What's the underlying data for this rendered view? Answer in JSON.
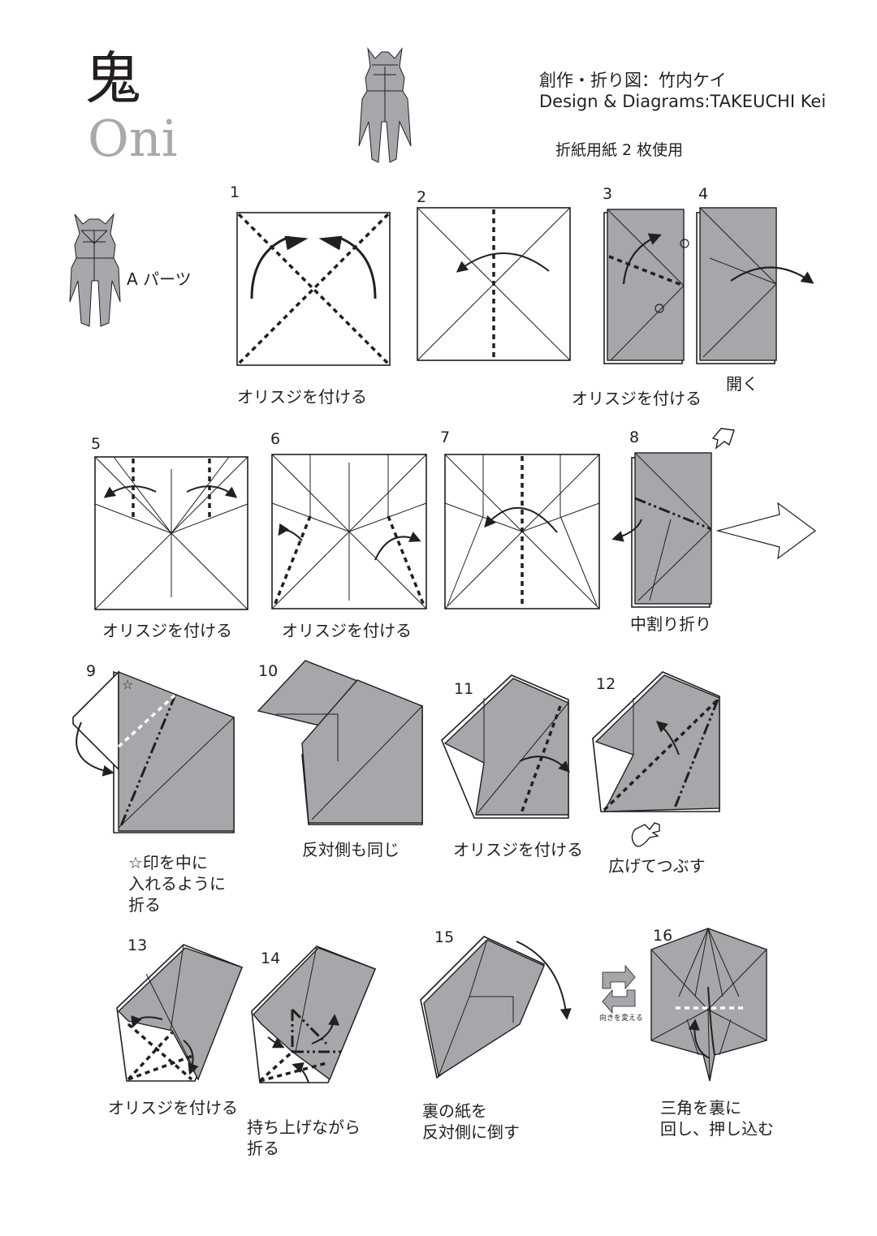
{
  "header": {
    "title_jp": "鬼",
    "title_en": "Oni",
    "credit_jp": "創作・折り図：竹内ケイ",
    "credit_en": "Design & Diagrams:TAKEUCHI Kei",
    "paper_note": "折紙用紙 2 枚使用",
    "part_label": "A パーツ"
  },
  "steps": [
    {
      "num": "1"
    },
    {
      "num": "2"
    },
    {
      "num": "3"
    },
    {
      "num": "4"
    },
    {
      "num": "5"
    },
    {
      "num": "6"
    },
    {
      "num": "7"
    },
    {
      "num": "8"
    },
    {
      "num": "9"
    },
    {
      "num": "10"
    },
    {
      "num": "11"
    },
    {
      "num": "12"
    },
    {
      "num": "13"
    },
    {
      "num": "14"
    },
    {
      "num": "15"
    },
    {
      "num": "16"
    }
  ],
  "captions": {
    "s1": "オリスジを付ける",
    "s3": "オリスジを付ける",
    "s4": "開く",
    "s5": "オリスジを付ける",
    "s6": "オリスジを付ける",
    "s8": "中割り折り",
    "s8_zoom": "拡大",
    "s9": "☆印を中に\n入れるように\n折る",
    "s10": "反対側も同じ",
    "s11": "オリスジを付ける",
    "s12": "広げてつぶす",
    "s13": "オリスジを付ける",
    "s14": "持ち上げながら\n折る",
    "s15": "裏の紙を\n反対側に倒す",
    "s16_turn": "向きを変える",
    "s16": "三角を裏に\n回し、押し込む"
  },
  "colors": {
    "paper_gray": "#a7a6aa",
    "line": "#231f20",
    "title_gray": "#aaa9aa"
  },
  "icons": {
    "push_arrow": "hollow-down-arrow-icon",
    "zoom_arrow": "hollow-right-arrow-icon",
    "squash_symbol": "squash-fold-icon",
    "rotate_symbol": "rotate-icon"
  }
}
